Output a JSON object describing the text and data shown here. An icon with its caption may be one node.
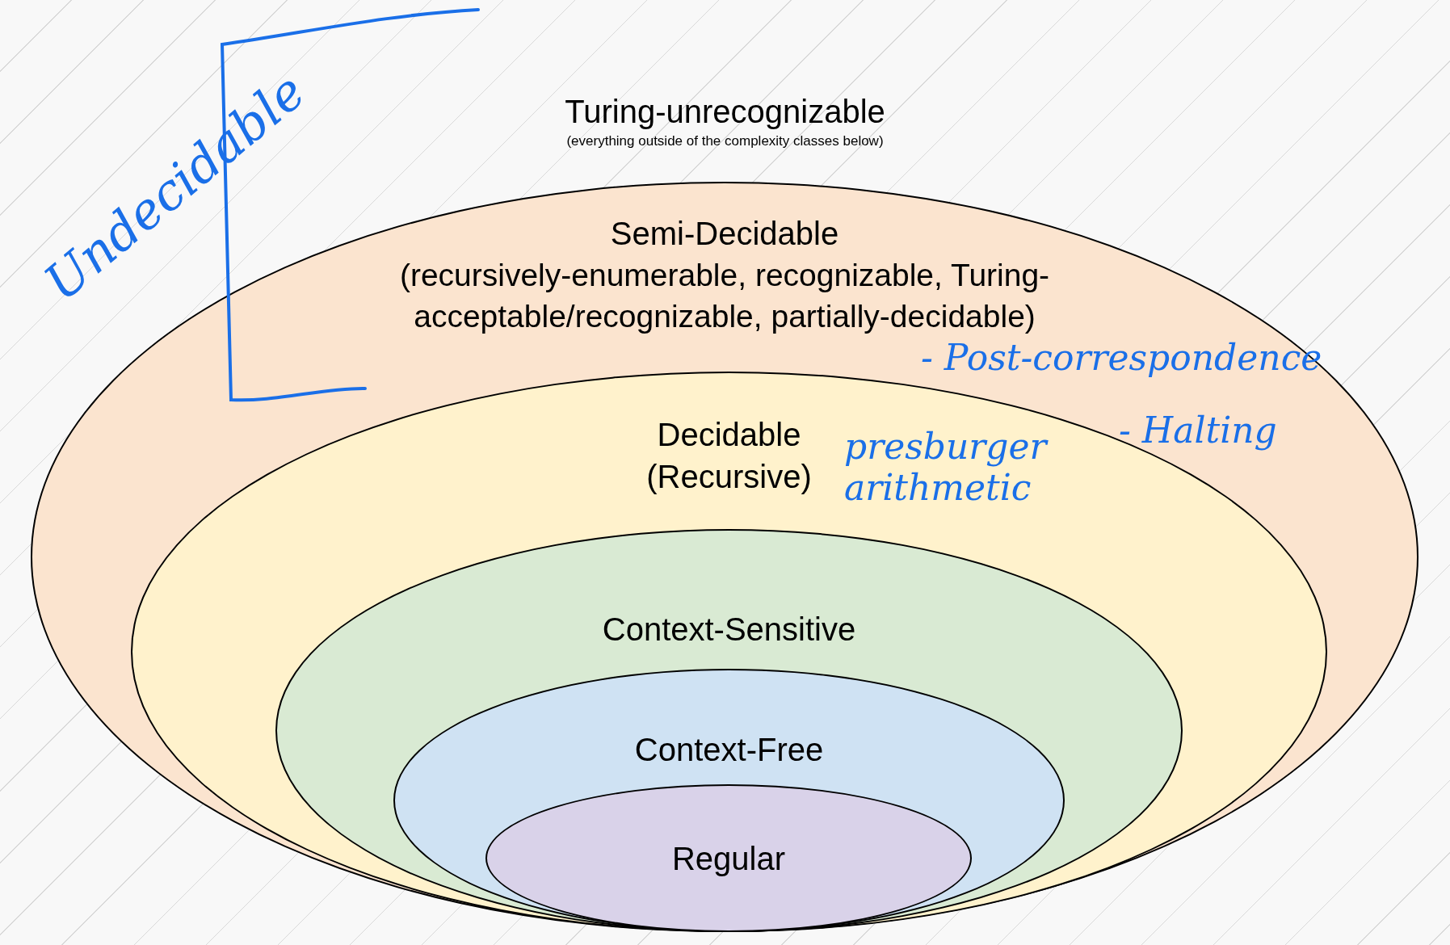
{
  "diagram": {
    "nodes": [
      {
        "text": [
          "Turing-unrecognizable",
          "(everything outside of the complexity classes below)"
        ]
      },
      {
        "text": [
          "Semi-Decidable",
          "(recursively-enumerable, recognizable, Turing-acceptable/recognizable, partially-decidable)"
        ],
        "in": 0
      },
      {
        "text": [
          "Decidable",
          "(Recursive)"
        ],
        "in": 1
      },
      {
        "text": [
          "Context-Sensitive"
        ],
        "in": 2
      },
      {
        "text": [
          "Context-Free"
        ],
        "in": 3
      },
      {
        "text": [
          "Regular"
        ],
        "in": 4
      }
    ],
    "labels": [
      "Undecidable",
      "- Post-correspondence",
      "- Halting",
      "presburger arithmetic"
    ]
  }
}
